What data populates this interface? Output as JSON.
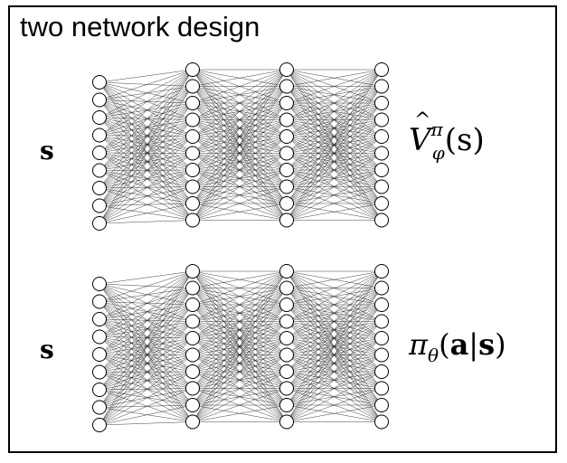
{
  "title": "two network design",
  "networks": [
    {
      "id": "value-network",
      "input_label": "s",
      "output_label": {
        "base": "V",
        "superscript": "π",
        "subscript": "φ",
        "argument": "(s)"
      },
      "layers": [
        9,
        10,
        10,
        10
      ]
    },
    {
      "id": "policy-network",
      "input_label": "s",
      "output_label": {
        "base": "π",
        "subscript": "θ",
        "argument_open": "(",
        "action": "a",
        "bar": "|",
        "state": "s",
        "argument_close": ")"
      },
      "layers": [
        9,
        10,
        10,
        10
      ]
    }
  ],
  "colors": {
    "stroke": "#000000",
    "node_fill": "#ffffff",
    "background": "#ffffff"
  }
}
